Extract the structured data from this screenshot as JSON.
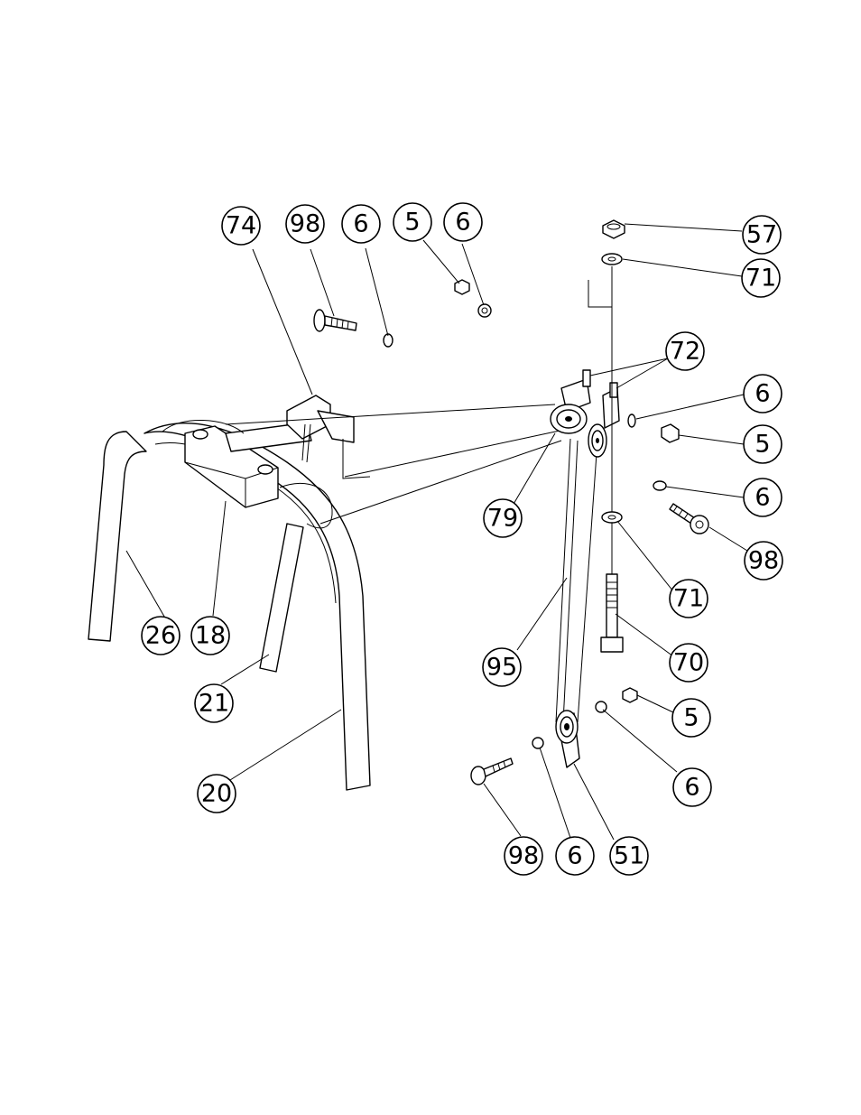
{
  "callouts": [
    {
      "id": "c1",
      "label": "74"
    },
    {
      "id": "c2",
      "label": "98"
    },
    {
      "id": "c3",
      "label": "6"
    },
    {
      "id": "c4",
      "label": "5"
    },
    {
      "id": "c5",
      "label": "6"
    },
    {
      "id": "c6",
      "label": "57"
    },
    {
      "id": "c7",
      "label": "71"
    },
    {
      "id": "c8",
      "label": "72"
    },
    {
      "id": "c9",
      "label": "6"
    },
    {
      "id": "c10",
      "label": "5"
    },
    {
      "id": "c11",
      "label": "6"
    },
    {
      "id": "c12",
      "label": "98"
    },
    {
      "id": "c13",
      "label": "79"
    },
    {
      "id": "c14",
      "label": "71"
    },
    {
      "id": "c15",
      "label": "70"
    },
    {
      "id": "c16",
      "label": "95"
    },
    {
      "id": "c17",
      "label": "26"
    },
    {
      "id": "c18",
      "label": "18"
    },
    {
      "id": "c19",
      "label": "21"
    },
    {
      "id": "c20",
      "label": "20"
    },
    {
      "id": "c21",
      "label": "5"
    },
    {
      "id": "c22",
      "label": "6"
    },
    {
      "id": "c23",
      "label": "98"
    },
    {
      "id": "c24",
      "label": "6"
    },
    {
      "id": "c25",
      "label": "51"
    }
  ]
}
